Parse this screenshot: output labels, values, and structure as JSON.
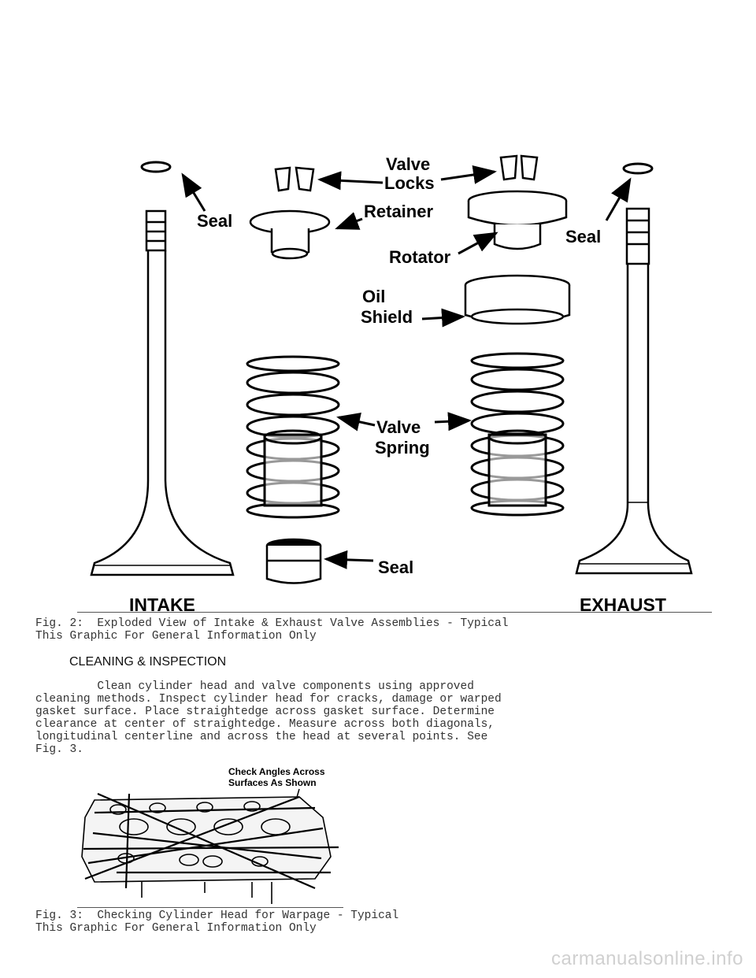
{
  "fig2": {
    "labels": {
      "seal_left": "Seal",
      "valve_locks_1": "Valve",
      "valve_locks_2": "Locks",
      "retainer": "Retainer",
      "rotator": "Rotator",
      "seal_right": "Seal",
      "oil_shield_1": "Oil",
      "oil_shield_2": "Shield",
      "valve_spring_1": "Valve",
      "valve_spring_2": "Spring",
      "seal_bottom": "Seal",
      "intake": "INTAKE",
      "exhaust": "EXHAUST"
    },
    "caption_line1": "Fig. 2:  Exploded View of Intake & Exhaust Valve Assemblies - Typical",
    "caption_line2": "This Graphic For General Information Only"
  },
  "section": {
    "heading": "CLEANING & INSPECTION",
    "paragraph_lines": [
      "         Clean cylinder head and valve components using approved",
      "cleaning methods. Inspect cylinder head for cracks, damage or warped",
      "gasket surface. Place straightedge across gasket surface. Determine",
      "clearance at center of straightedge. Measure across both diagonals,",
      "longitudinal centerline and across the head at several points. See",
      "Fig. 3."
    ]
  },
  "fig3": {
    "callout_1": "Check Angles Across",
    "callout_2": "Surfaces As Shown",
    "caption_line1": "Fig. 3:  Checking Cylinder Head for Warpage - Typical",
    "caption_line2": "This Graphic For General Information Only"
  },
  "watermark": "carmanualsonline.info"
}
